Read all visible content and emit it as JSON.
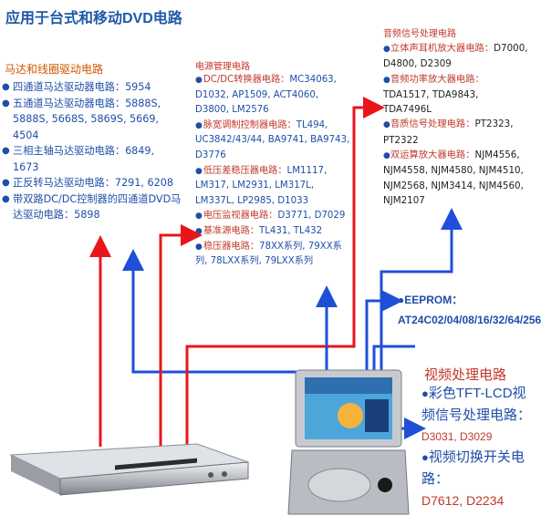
{
  "title": "应用于台式和移动DVD电路",
  "motor": {
    "heading": "马达和线圈驱动电路",
    "items": [
      "四通道马达驱动器电路：5954",
      "五通道马达驱动器电路：5888S, 5888S, 5668S, 5869S, 5669, 4504",
      "三相主轴马达驱动电路：6849, 1673",
      "正反转马达驱动电路：7291, 6208",
      "带双路DC/DC控制器的四通道DVD马达驱动电路：5898"
    ]
  },
  "power": {
    "heading": "电源管理电路",
    "items": [
      {
        "label": "DC/DC转换器电路：",
        "value": "MC34063, D1032, AP1509, ACT4060, D3800, LM2576"
      },
      {
        "label": "脉宽调制控制器电路：",
        "value": "TL494, UC3842/43/44, BA9741, BA9743, D3776"
      },
      {
        "label": "低压差稳压器电路：",
        "value": "LM1117, LM317, LM2931, LM317L, LM337L, LP2985, D1033"
      },
      {
        "label": "电压监视器电路：",
        "value": "D3771, D7029"
      },
      {
        "label": "基准源电路：",
        "value": "TL431, TL432"
      },
      {
        "label": "稳压器电路：",
        "value": "78XX系列, 79XX系列, 78LXX系列, 79LXX系列"
      }
    ]
  },
  "audio": {
    "heading": "音频信号处理电路",
    "items": [
      {
        "label": "立体声耳机放大器电路：",
        "value": "D7000, D4800, D2309"
      },
      {
        "label": "音频功率放大器电路：",
        "value": "TDA1517, TDA9843, TDA7496L"
      },
      {
        "label": "音质信号处理电路：",
        "value": "PT2323, PT2322"
      },
      {
        "label": "双运算放大器电路：",
        "value": "NJM4556, NJM4558, NJM4580, NJM4510, NJM2568, NJM3414, NJM4560, NJM2107"
      }
    ]
  },
  "eeprom": {
    "label": "EEPROM：",
    "value": "AT24C02/04/08/16/32/64/256"
  },
  "video": {
    "heading": "视频处理电路",
    "lcd_label": "彩色TFT-LCD视频信号处理电路：",
    "lcd_value": "D3031, D3029",
    "switch_label": "视频切换开关电路：",
    "switch_value": "D7612, D2234"
  },
  "colors": {
    "arrow_red": "#e8161b",
    "arrow_blue": "#1f4fd8",
    "text_blue": "#1f4ea8",
    "text_red": "#c0392b"
  }
}
